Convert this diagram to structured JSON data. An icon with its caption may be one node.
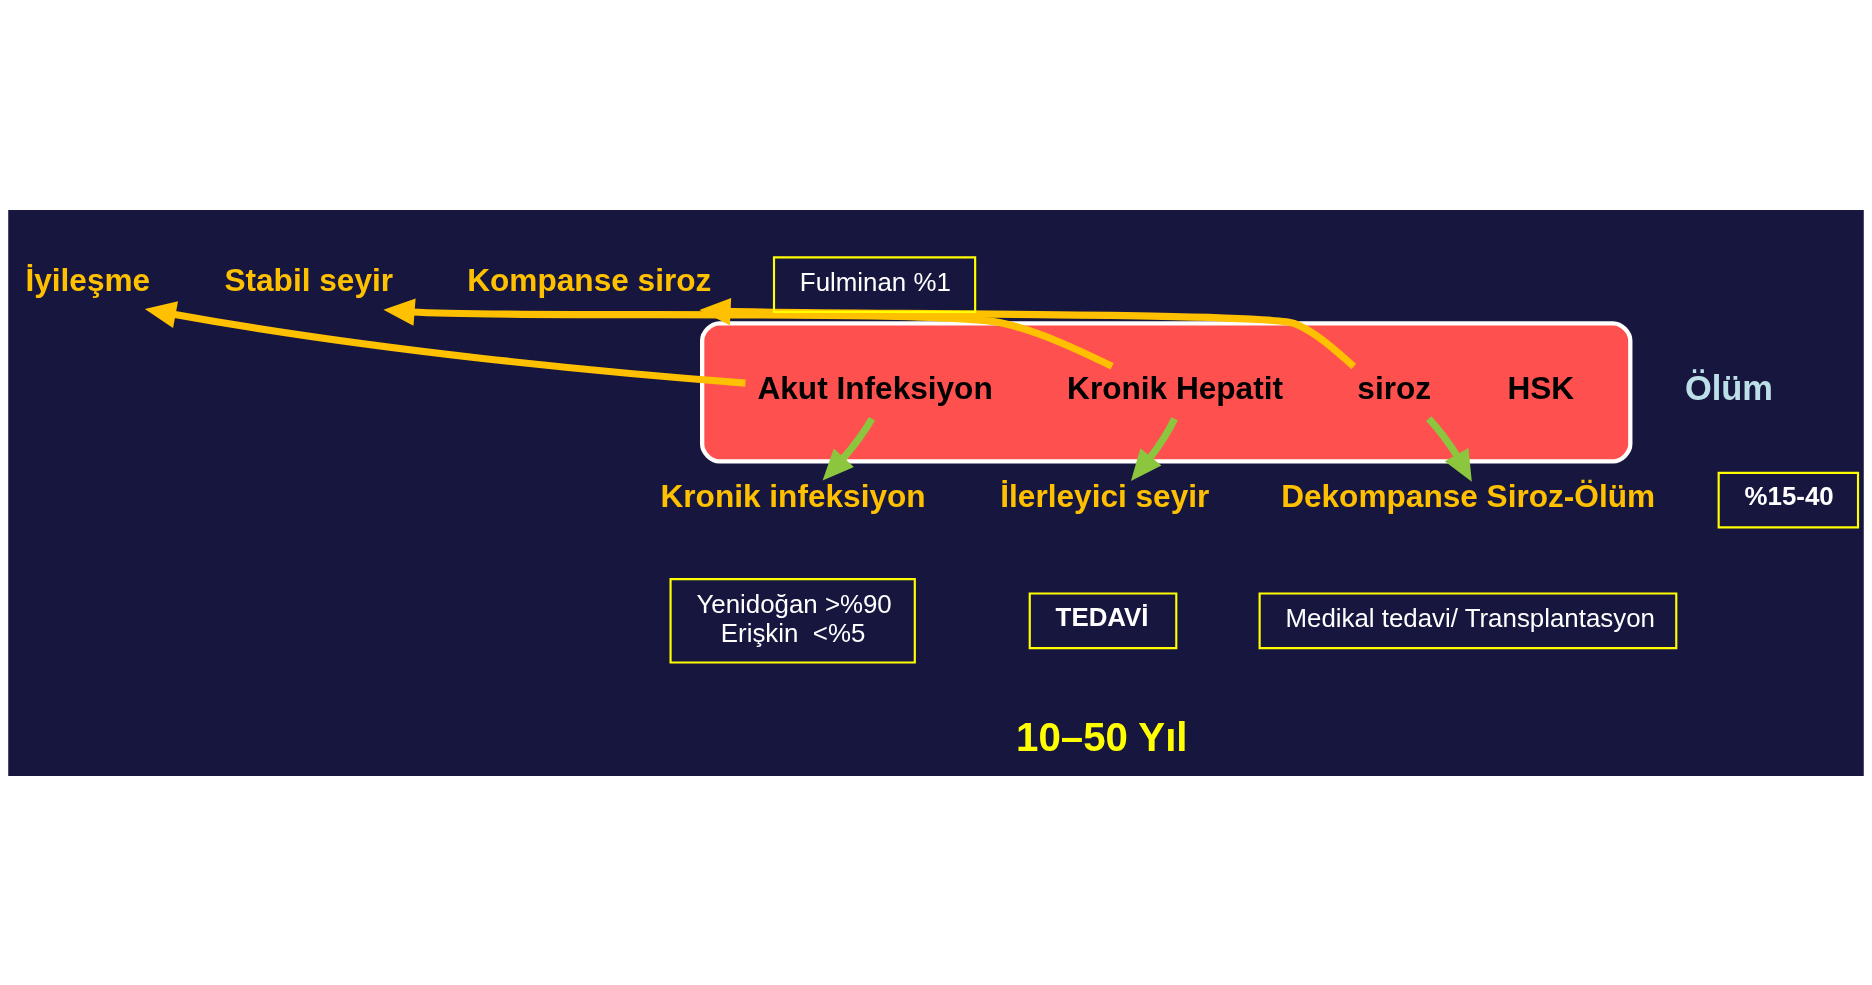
{
  "diagram": {
    "nodes": [
      {
        "text": [],
        "shape": "arrow"
      },
      {
        "text": [
          "Akut Infeksiyon"
        ],
        "in": 0
      },
      {
        "text": [
          "Kronik Hepatit"
        ],
        "in": 0
      },
      {
        "text": [
          "siroz"
        ],
        "in": 0
      },
      {
        "text": [
          "HSK"
        ],
        "in": 0
      },
      {
        "text": [
          "Ölüm"
        ]
      },
      {
        "text": [
          "İyileşme"
        ]
      },
      {
        "text": [
          "Kronik infeksiyon"
        ]
      },
      {
        "text": [
          "Stabil seyir"
        ]
      },
      {
        "text": [
          "İlerleyici seyir"
        ]
      },
      {
        "text": [
          "Kompanse siroz"
        ]
      },
      {
        "text": [
          "Dekompanse Siroz-Ölüm"
        ]
      },
      {
        "text": [
          "Fulminan %1"
        ]
      },
      {
        "text": [
          "Yenidoğan >%90",
          "Erişkin  <%5"
        ]
      },
      {
        "text": [
          "TEDAVİ"
        ]
      },
      {
        "text": [
          "Medikal tedavi/ Transplantasyon"
        ]
      },
      {
        "text": [
          "%15-40"
        ]
      }
    ],
    "edges": [
      {
        "from": 1,
        "to": 6,
        "arrow": "to",
        "color": "#ffc000"
      },
      {
        "from": 1,
        "to": 7,
        "arrow": "to",
        "color": "#8cc63f"
      },
      {
        "from": 2,
        "to": 8,
        "arrow": "to",
        "color": "#ffc000"
      },
      {
        "from": 2,
        "to": 9,
        "arrow": "to",
        "color": "#8cc63f"
      },
      {
        "from": 3,
        "to": 10,
        "arrow": "to",
        "color": "#ffc000"
      },
      {
        "from": 3,
        "to": 11,
        "arrow": "to",
        "color": "#8cc63f"
      }
    ],
    "labels": [
      "10–50 Yıl"
    ]
  }
}
